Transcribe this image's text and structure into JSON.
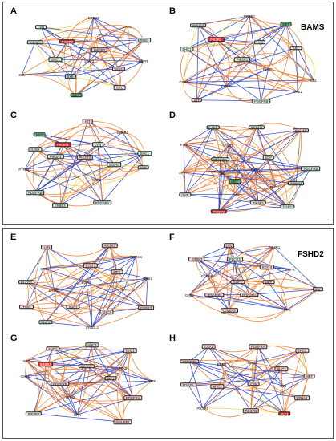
{
  "figure": {
    "groups": [
      {
        "title": "BAMS",
        "panels": [
          "A",
          "B",
          "C",
          "D"
        ]
      },
      {
        "title": "FSHD2",
        "panels": [
          "E",
          "F",
          "G",
          "H"
        ]
      }
    ],
    "colors": {
      "red": "#ee2a2a",
      "pink": "#f9d3d3",
      "lightpink": "#fdeaea",
      "green": "#5fb580",
      "lightgreen": "#d6ecdc",
      "blue": "#a7d3ee",
      "white": "#ffffff",
      "edge_blue": "#2b45c6",
      "edge_orange": "#ef7d2d",
      "edge_yellow": "#e9d23b"
    },
    "panels": [
      {
        "letter": "A",
        "nodes": [
          {
            "label": "ERBB2",
            "style": "plain"
          },
          {
            "label": "LYN",
            "style": "lightgreen"
          },
          {
            "label": "GAB1",
            "style": "plain"
          },
          {
            "label": "PIK3R1",
            "style": "lightgreen"
          },
          {
            "label": "PIK3R2",
            "style": "red"
          },
          {
            "label": "FYN",
            "style": "plain"
          },
          {
            "label": "ERBB3",
            "style": "lightgreen"
          },
          {
            "label": "PIK3R3",
            "style": "pink"
          },
          {
            "label": "STAT3",
            "style": "plain"
          },
          {
            "label": "EGFR",
            "style": "plain"
          },
          {
            "label": "SHC1",
            "style": "lightgreen"
          },
          {
            "label": "VAV2",
            "style": "pink"
          },
          {
            "label": "CBL",
            "style": "plain"
          },
          {
            "label": "SYK",
            "style": "blue"
          },
          {
            "label": "SRC",
            "style": "lightpink"
          },
          {
            "label": "MET",
            "style": "green"
          }
        ]
      },
      {
        "letter": "B",
        "nodes": [
          {
            "label": "ERBB2",
            "style": "plain"
          },
          {
            "label": "EPHA2",
            "style": "lightgreen"
          },
          {
            "label": "MET",
            "style": "green"
          },
          {
            "label": "SHC1",
            "style": "lightgreen"
          },
          {
            "label": "PIK3R2",
            "style": "red"
          },
          {
            "label": "LYN",
            "style": "lightgreen"
          },
          {
            "label": "SRC",
            "style": "lightpink"
          },
          {
            "label": "PIK3R1",
            "style": "lightgreen"
          },
          {
            "label": "PLCG1",
            "style": "plain"
          },
          {
            "label": "GRB2",
            "style": "plain"
          },
          {
            "label": "CBL",
            "style": "plain"
          },
          {
            "label": "EGFR",
            "style": "plain"
          },
          {
            "label": "GAB1",
            "style": "plain"
          },
          {
            "label": "KIT",
            "style": "pink"
          },
          {
            "label": "PDGFRB",
            "style": "lightgreen"
          }
        ]
      },
      {
        "letter": "C",
        "nodes": [
          {
            "label": "KIT",
            "style": "pink"
          },
          {
            "label": "MET",
            "style": "green"
          },
          {
            "label": "ERBB2",
            "style": "plain"
          },
          {
            "label": "GAB2",
            "style": "lightgreen"
          },
          {
            "label": "PIK3R2",
            "style": "red"
          },
          {
            "label": "LYN",
            "style": "lightgreen"
          },
          {
            "label": "SHC1",
            "style": "lightgreen"
          },
          {
            "label": "PIK3R1",
            "style": "lightgreen"
          },
          {
            "label": "PIK3R3",
            "style": "pink"
          },
          {
            "label": "PTPN11",
            "style": "plain"
          },
          {
            "label": "EGFR",
            "style": "lightgreen"
          },
          {
            "label": "EGF",
            "style": "lightgreen"
          },
          {
            "label": "GRB2",
            "style": "plain"
          },
          {
            "label": "PDGFRB",
            "style": "lightgreen"
          },
          {
            "label": "ERBB3",
            "style": "lightgreen"
          },
          {
            "label": "PDGFRA",
            "style": "lightgreen"
          }
        ]
      },
      {
        "letter": "D",
        "nodes": [
          {
            "label": "CAV1",
            "style": "lightgreen"
          },
          {
            "label": "NEDD4",
            "style": "lightgreen"
          },
          {
            "label": "CALM1",
            "style": "pink"
          },
          {
            "label": "PXN",
            "style": "plain"
          },
          {
            "label": "AKT1",
            "style": "plain"
          },
          {
            "label": "PDGFRA",
            "style": "lightgreen"
          },
          {
            "label": "EGF",
            "style": "lightgreen"
          },
          {
            "label": "APP",
            "style": "plain"
          },
          {
            "label": "EGFR",
            "style": "plain"
          },
          {
            "label": "PDGFRB",
            "style": "lightgreen"
          },
          {
            "label": "CBL",
            "style": "plain"
          },
          {
            "label": "MET",
            "style": "green"
          },
          {
            "label": "ERBB3",
            "style": "lightgreen"
          },
          {
            "label": "PLCG1",
            "style": "plain"
          },
          {
            "label": "GHR",
            "style": "lightgreen"
          },
          {
            "label": "SHC1",
            "style": "plain"
          },
          {
            "label": "PIK3R1",
            "style": "lightgreen"
          },
          {
            "label": "GAB2",
            "style": "lightgreen"
          },
          {
            "label": "PIK3R2",
            "style": "red"
          }
        ]
      },
      {
        "letter": "E",
        "nodes": [
          {
            "label": "LYN",
            "style": "pink"
          },
          {
            "label": "PIK3R3",
            "style": "pink"
          },
          {
            "label": "PTPN11",
            "style": "plain"
          },
          {
            "label": "SRC",
            "style": "plain"
          },
          {
            "label": "STAT3",
            "style": "pink"
          },
          {
            "label": "MET",
            "style": "pink"
          },
          {
            "label": "GAB1",
            "style": "plain"
          },
          {
            "label": "PLCG2",
            "style": "lightgreen"
          },
          {
            "label": "EGFR",
            "style": "plain"
          },
          {
            "label": "ERBB2",
            "style": "plain"
          },
          {
            "label": "KIT",
            "style": "plain"
          },
          {
            "label": "ITSN1",
            "style": "pink"
          },
          {
            "label": "SHC1",
            "style": "pink"
          },
          {
            "label": "SHC2",
            "style": "pink"
          },
          {
            "label": "ERBB3",
            "style": "pink"
          },
          {
            "label": "SHC3",
            "style": "lightgreen"
          },
          {
            "label": "SH3GL3",
            "style": "plain"
          }
        ]
      },
      {
        "letter": "F",
        "nodes": [
          {
            "label": "LYN",
            "style": "pink"
          },
          {
            "label": "PIK3R1",
            "style": "plain"
          },
          {
            "label": "ERBB3",
            "style": "pink"
          },
          {
            "label": "PLCG2",
            "style": "lightgreen"
          },
          {
            "label": "STAT3",
            "style": "pink"
          },
          {
            "label": "EGFR",
            "style": "plain"
          },
          {
            "label": "PDGFB",
            "style": "plain"
          },
          {
            "label": "SHC1",
            "style": "pink"
          },
          {
            "label": "MET",
            "style": "pink"
          },
          {
            "label": "AXL",
            "style": "pink"
          },
          {
            "label": "GAB2",
            "style": "plain"
          },
          {
            "label": "PDGFRB",
            "style": "pink"
          },
          {
            "label": "PDGFRA",
            "style": "pink"
          },
          {
            "label": "FYN",
            "style": "plain"
          },
          {
            "label": "COL6A3",
            "style": "pink"
          }
        ]
      },
      {
        "letter": "G",
        "nodes": [
          {
            "label": "SHC1",
            "style": "pink"
          },
          {
            "label": "SHC3",
            "style": "lightgreen"
          },
          {
            "label": "CAV1",
            "style": "pink"
          },
          {
            "label": "SRC",
            "style": "plain"
          },
          {
            "label": "ERBB3",
            "style": "red"
          },
          {
            "label": "NEDD4",
            "style": "pink"
          },
          {
            "label": "PTK2",
            "style": "plain"
          },
          {
            "label": "GAB1",
            "style": "plain"
          },
          {
            "label": "MET",
            "style": "pink"
          },
          {
            "label": "EGFR",
            "style": "plain"
          },
          {
            "label": "PDGFRB",
            "style": "pink"
          },
          {
            "label": "GRB2",
            "style": "plain"
          },
          {
            "label": "PDGFRA",
            "style": "pink"
          },
          {
            "label": "PIK3R3",
            "style": "lightgreen"
          },
          {
            "label": "CRK",
            "style": "plain"
          },
          {
            "label": "SMURF1",
            "style": "pink"
          }
        ]
      },
      {
        "letter": "H",
        "nodes": [
          {
            "label": "CAV1",
            "style": "pink"
          },
          {
            "label": "PDGFRA",
            "style": "pink"
          },
          {
            "label": "SHC1",
            "style": "pink"
          },
          {
            "label": "PDGFRB",
            "style": "pink"
          },
          {
            "label": "EGFR",
            "style": "plain"
          },
          {
            "label": "GRB2",
            "style": "plain"
          },
          {
            "label": "SHC2",
            "style": "pink"
          },
          {
            "label": "MET",
            "style": "pink"
          },
          {
            "label": "PDGFA",
            "style": "pink"
          },
          {
            "label": "SHC4",
            "style": "pink"
          },
          {
            "label": "CRK",
            "style": "pink"
          },
          {
            "label": "KDR",
            "style": "plain"
          },
          {
            "label": "EPHA2",
            "style": "pink"
          },
          {
            "label": "PIK3R1",
            "style": "plain"
          },
          {
            "label": "PDGFB",
            "style": "pink"
          },
          {
            "label": "FLT1",
            "style": "red"
          }
        ]
      }
    ]
  }
}
